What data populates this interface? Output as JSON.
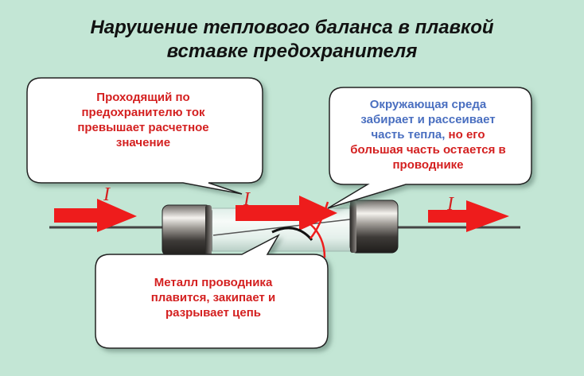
{
  "title": {
    "line1": "Нарушение теплового баланса в плавкой",
    "line2": "вставке предохранителя"
  },
  "callouts": {
    "current": {
      "lines": [
        "Проходящий по",
        "предохранителю ток",
        "превышает расчетное",
        "значение"
      ],
      "color": "#d42020"
    },
    "environment": {
      "line1": "Окружающая среда",
      "line2": "забирает и рассеивает",
      "line3_blue": "часть тепла,",
      "line3_red": " но его",
      "line4": "большая часть остается в",
      "line5": "проводнике",
      "blue": "#4a6fc0",
      "red": "#d42020"
    },
    "metal": {
      "lines": [
        "Металл проводника",
        "плавится, закипает и",
        "разрывает цепь"
      ],
      "color": "#d42020"
    }
  },
  "current_labels": {
    "left": "I",
    "middle": "I",
    "right": "I"
  },
  "colors": {
    "background": "#c3e6d5",
    "arrow": "#ee1c1c",
    "wire": "#444444"
  }
}
